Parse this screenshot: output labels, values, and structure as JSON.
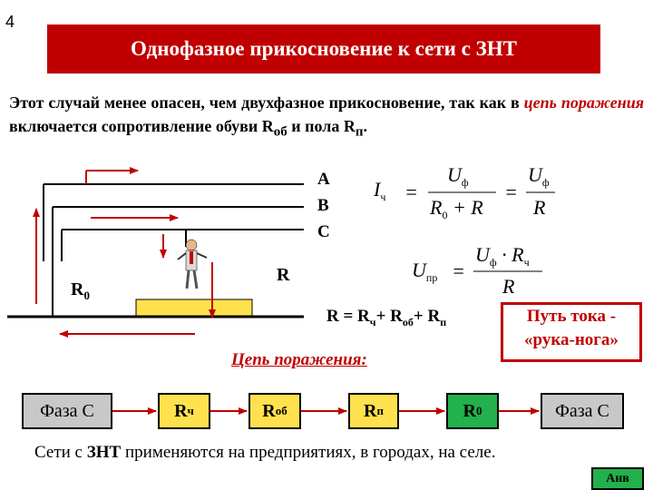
{
  "slide_number": "4",
  "title": "Однофазное прикосновение к сети с ЗНТ",
  "intro": {
    "part1": "Этот случай менее опасен, чем двухфазное прикосновение, так как в ",
    "red": "цепь поражения",
    "part2": " включается сопротивление обуви R",
    "sub1": "об",
    "part3": " и пола R",
    "sub2": "п",
    "part4": "."
  },
  "phases": [
    "A",
    "B",
    "C"
  ],
  "diagram": {
    "r0_label": "R",
    "r0_sub": "0",
    "r_label": "R"
  },
  "formula1": {
    "lhs": "I",
    "lhs_sub": "ч",
    "num1": "U",
    "num1_sub": "ф",
    "den1_a": "R",
    "den1_a_sub": "0",
    "den1_b": "+ R",
    "num2": "U",
    "num2_sub": "ф",
    "den2": "R"
  },
  "formula2": {
    "lhs": "U",
    "lhs_sub": "пр",
    "num": "U",
    "num_sub1": "ф",
    "num_mid": "· R",
    "num_sub2": "ч",
    "den": "R"
  },
  "r_sum": {
    "a": "R = R",
    "a_sub": "ч",
    "b": "+ R",
    "b_sub": "об",
    "c": "+ R",
    "c_sub": "п"
  },
  "path_box": {
    "line1": "Путь тока -",
    "line2": "«рука-нога»"
  },
  "circuit_label": "Цепь поражения:",
  "chain": [
    {
      "main": "Фаза С",
      "sub": ""
    },
    {
      "main": "R",
      "sub": "ч"
    },
    {
      "main": "R",
      "sub": "об"
    },
    {
      "main": "R",
      "sub": "п"
    },
    {
      "main": "R",
      "sub": "0"
    },
    {
      "main": "Фаза С",
      "sub": ""
    }
  ],
  "footer": {
    "a": "Сети с ",
    "bold": "ЗНТ",
    "b": " применяются  на предприятиях, в городах, на селе."
  },
  "anv_button": "Анв",
  "colors": {
    "title_bg": "#c00000",
    "accent_red": "#c00000",
    "yellow": "#ffe14d",
    "green": "#22b14c",
    "grey": "#c8c8c8"
  }
}
